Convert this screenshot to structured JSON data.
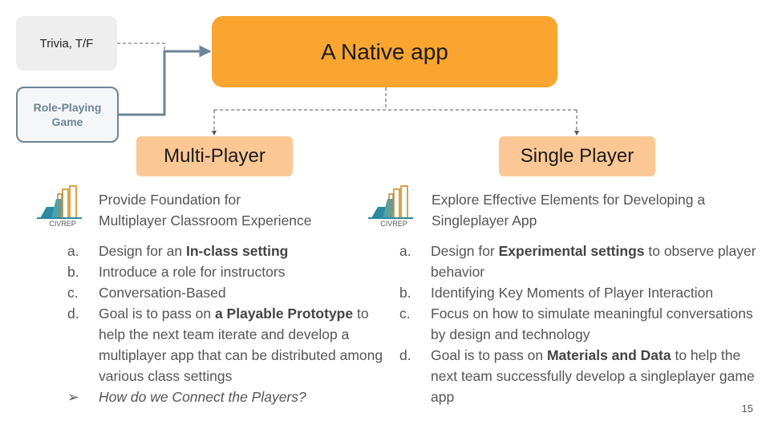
{
  "nodes": {
    "trivia": "Trivia, T/F",
    "rpg_line1": "Role-Playing",
    "rpg_line2": "Game",
    "native": "A Native app",
    "multi": "Multi-Player",
    "single": "Single Player"
  },
  "logo_text": "CIVREP",
  "multi": {
    "heading_line1": "Provide Foundation for",
    "heading_line2": "Multiplayer Classroom Experience",
    "items": [
      {
        "marker": "a.",
        "pre": "Design for an ",
        "bold": "In-class setting",
        "post": ""
      },
      {
        "marker": "b.",
        "pre": "Introduce a role for instructors",
        "bold": "",
        "post": ""
      },
      {
        "marker": "c.",
        "pre": "Conversation-Based",
        "bold": "",
        "post": ""
      },
      {
        "marker": "d.",
        "pre": "Goal is to pass on ",
        "bold": "a Playable Prototype",
        "post": " to help the next team iterate and develop a multiplayer app that can be distributed among various class settings"
      }
    ],
    "question_marker": "➢",
    "question": "How do we Connect the Players?"
  },
  "single": {
    "heading_line1": "Explore Effective Elements for Developing a",
    "heading_line2": "Singleplayer App",
    "items": [
      {
        "marker": "a.",
        "pre": "Design for ",
        "bold": "Experimental settings",
        "post": " to observe player behavior"
      },
      {
        "marker": "b.",
        "pre": "Identifying Key Moments of Player Interaction",
        "bold": "",
        "post": ""
      },
      {
        "marker": "c.",
        "pre": "Focus on how to simulate meaningful conversations by design and technology",
        "bold": "",
        "post": ""
      },
      {
        "marker": "d.",
        "pre": "Goal is to pass on ",
        "bold": "Materials and Data",
        "post": " to help the next team successfully develop a singleplayer game app"
      }
    ]
  },
  "page_number": "15",
  "colors": {
    "native_fill": "#f9a530",
    "branch_fill": "#fbc895",
    "rpg_border": "#6e8596",
    "trivia_fill": "#eeeeee"
  }
}
